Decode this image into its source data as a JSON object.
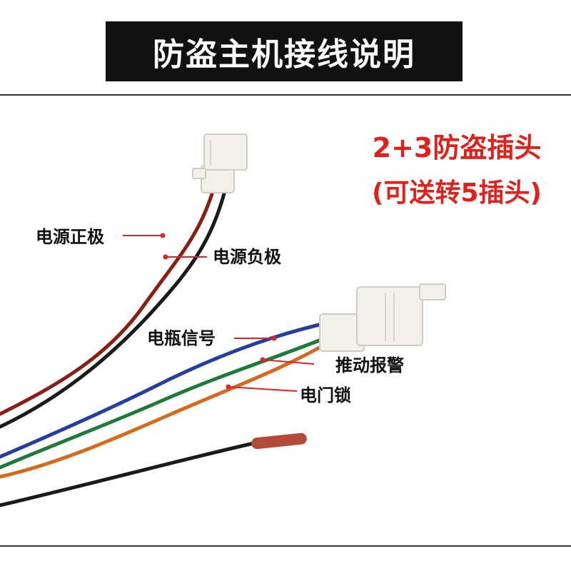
{
  "title": "防盗主机接线说明",
  "plug_note": {
    "line1": "2+3防盗插头",
    "line2": "(可送转5插头)"
  },
  "labels": {
    "power_positive": "电源正极",
    "power_negative": "电源负极",
    "battery_signal": "电瓶信号",
    "push_alarm": "推动报警",
    "door_lock": "电门锁"
  },
  "colors": {
    "accent_red": "#e0201a",
    "leader_red": "#d8262a",
    "wire_red": "#8b1e12",
    "wire_black": "#1a1a1a",
    "wire_blue": "#233e9e",
    "wire_green": "#1f7a3a",
    "wire_orange": "#d46a1e",
    "connector": "#f2f0ea"
  }
}
